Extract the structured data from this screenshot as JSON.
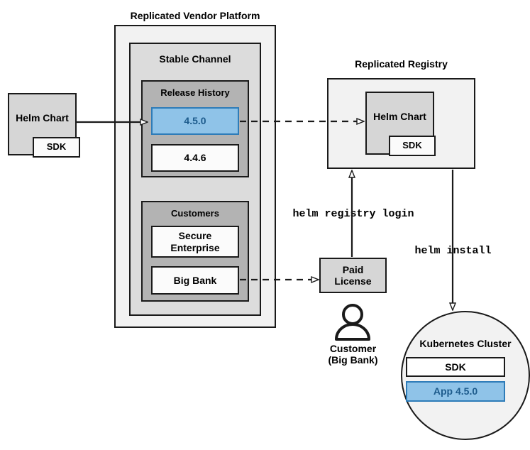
{
  "diagram": {
    "title_vendor_platform": "Replicated Vendor Platform",
    "title_registry": "Replicated Registry",
    "vendor_platform": {
      "stable_channel": {
        "label": "Stable Channel",
        "release_history": {
          "label": "Release History",
          "releases": [
            {
              "version": "4.5.0",
              "highlighted": true
            },
            {
              "version": "4.4.6",
              "highlighted": false
            }
          ]
        },
        "customers": {
          "label": "Customers",
          "items": [
            {
              "name": "Secure\nEnterprise"
            },
            {
              "name": "Big Bank"
            }
          ]
        }
      }
    },
    "source_chart": {
      "label": "Helm Chart",
      "sdk_label": "SDK"
    },
    "registry": {
      "chart_label": "Helm Chart",
      "sdk_label": "SDK"
    },
    "paid_license": {
      "label": "Paid\nLicense"
    },
    "customer_actor": {
      "label": "Customer\n(Big Bank)",
      "icon": "person-icon"
    },
    "cluster": {
      "label": "Kubernetes Cluster",
      "components": [
        {
          "name": "SDK",
          "highlighted": false
        },
        {
          "name": "App 4.5.0",
          "highlighted": true
        }
      ]
    },
    "commands": {
      "registry_login": "helm registry login",
      "install": "helm install"
    },
    "colors": {
      "highlight_fill": "#8fc3e8",
      "highlight_border": "#2e7cb8",
      "highlight_text": "#1d5b8c",
      "stroke": "#1a1a1a",
      "fill_outer": "#f2f2f2",
      "fill_channel": "#dcdcdc",
      "fill_group": "#b3b3b3",
      "fill_box": "#d6d6d6",
      "fill_white": "#fbfbfb"
    }
  }
}
